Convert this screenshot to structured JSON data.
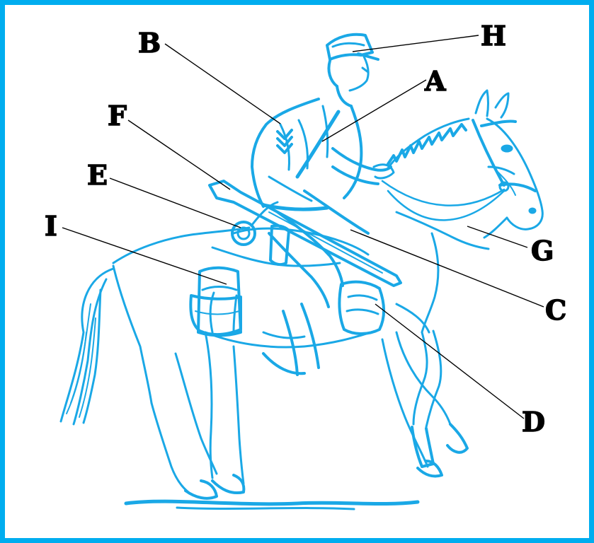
{
  "diagram": {
    "border_color": "#00adef",
    "ink_color": "#1aa8e6",
    "label_color": "#000000",
    "labels": {
      "A": "A",
      "B": "B",
      "C": "C",
      "D": "D",
      "E": "E",
      "F": "F",
      "G": "G",
      "H": "H",
      "I": "I"
    }
  }
}
